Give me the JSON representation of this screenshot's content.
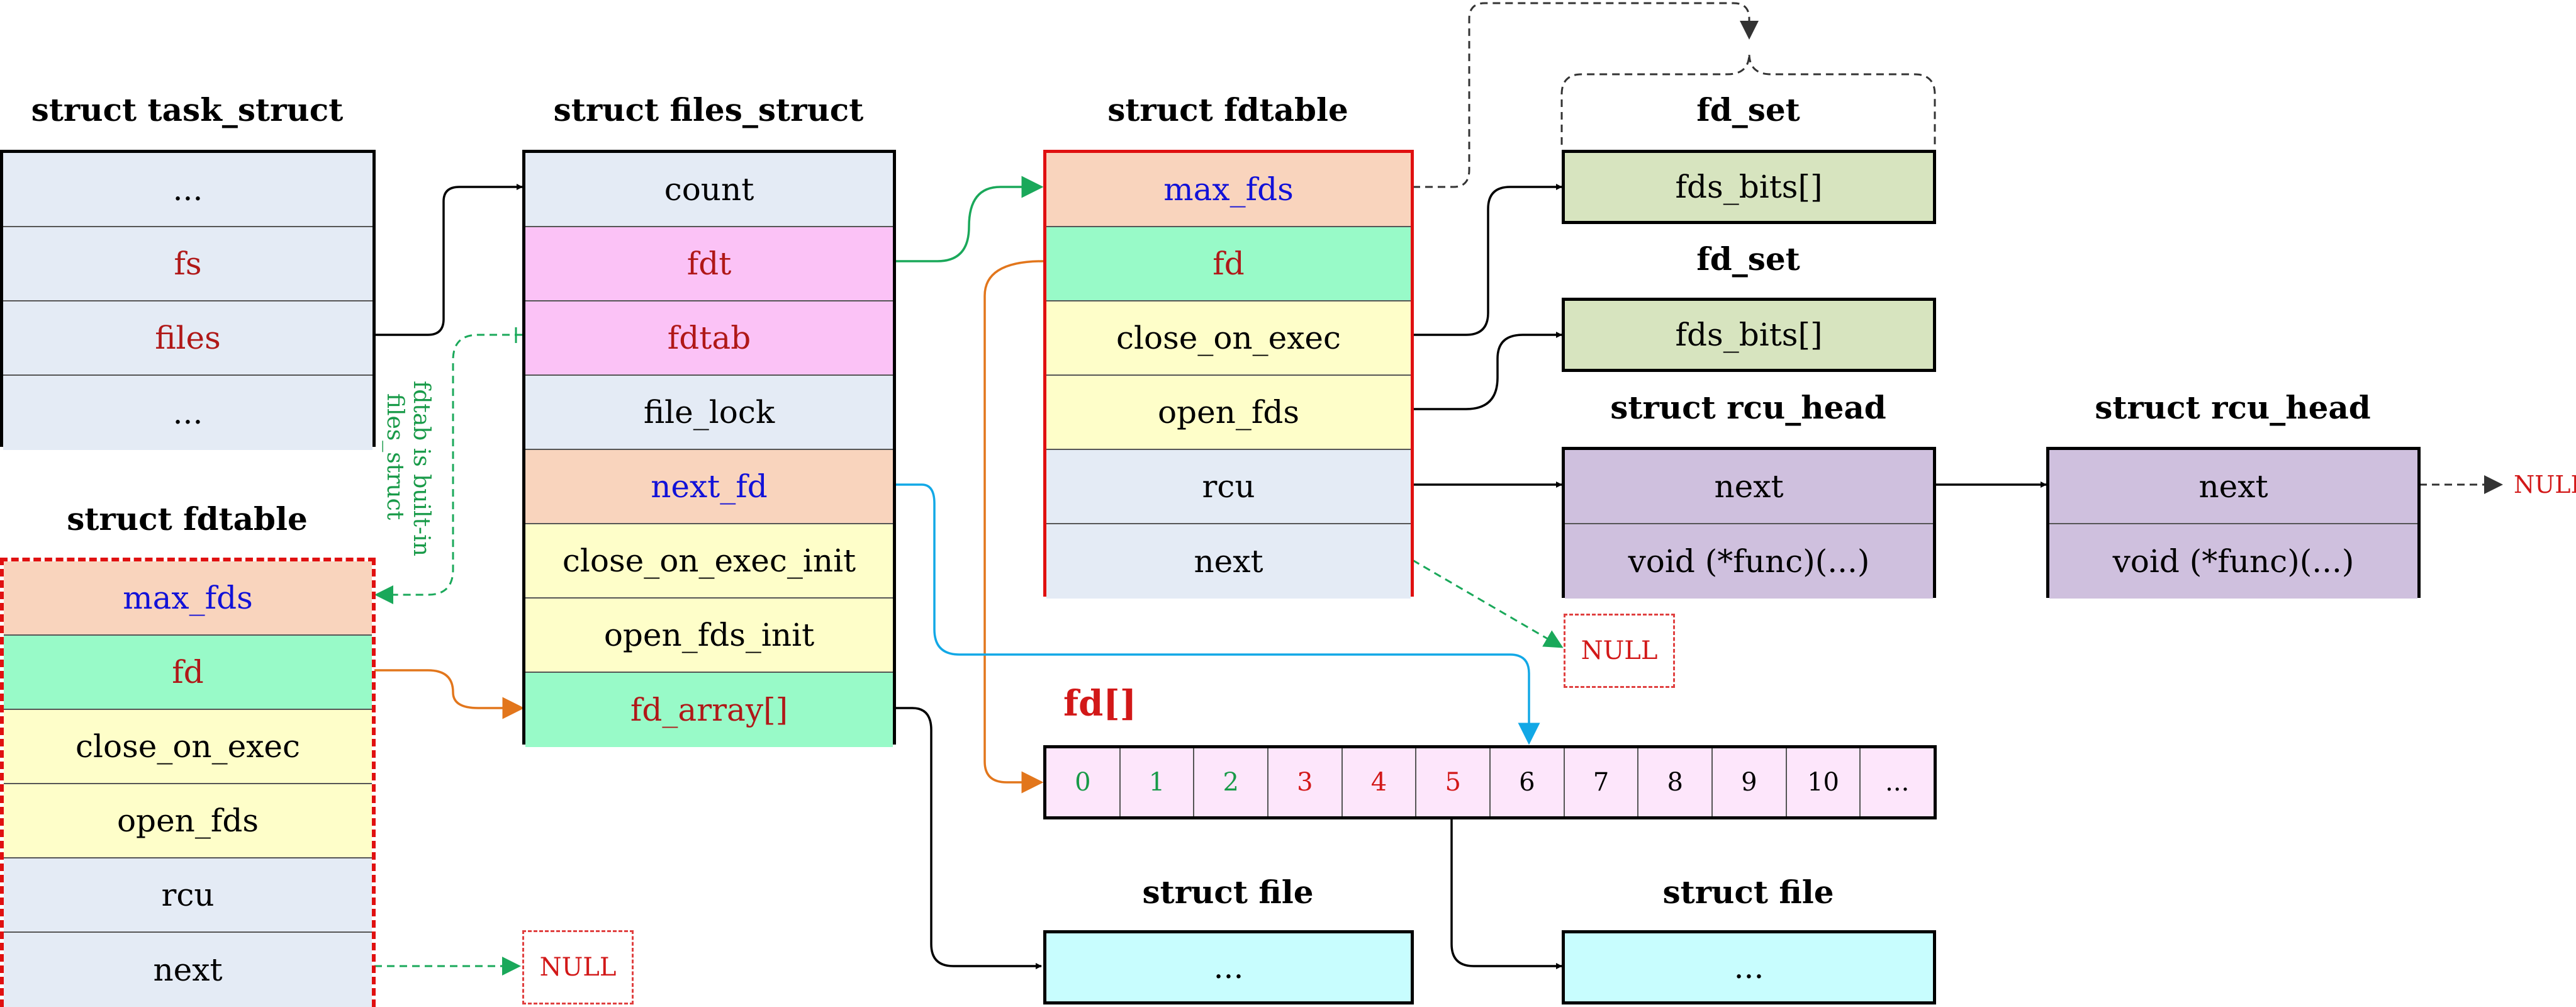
{
  "task_struct": {
    "title": "struct task_struct",
    "fields": [
      "...",
      "fs",
      "files",
      "..."
    ]
  },
  "files_struct": {
    "title": "struct files_struct",
    "fields": [
      "count",
      "fdt",
      "fdtab",
      "file_lock",
      "next_fd",
      "close_on_exec_init",
      "open_fds_init",
      "fd_array[]"
    ]
  },
  "fdtable_main": {
    "title": "struct fdtable",
    "fields": [
      "max_fds",
      "fd",
      "close_on_exec",
      "open_fds",
      "rcu",
      "next"
    ]
  },
  "fdtable_embedded": {
    "title": "struct fdtable",
    "fields": [
      "max_fds",
      "fd",
      "close_on_exec",
      "open_fds",
      "rcu",
      "next"
    ]
  },
  "fd_set_1": {
    "title": "fd_set",
    "field": "fds_bits[]"
  },
  "fd_set_2": {
    "title": "fd_set",
    "field": "fds_bits[]"
  },
  "rcu_head_1": {
    "title": "struct rcu_head",
    "fields": [
      "next",
      "void (*func)(...)"
    ]
  },
  "rcu_head_2": {
    "title": "struct rcu_head",
    "fields": [
      "next",
      "void (*func)(...)"
    ]
  },
  "fd_array": {
    "title": "fd[]",
    "slots": [
      "0",
      "1",
      "2",
      "3",
      "4",
      "5",
      "6",
      "7",
      "8",
      "9",
      "10",
      "..."
    ]
  },
  "file_1": {
    "title": "struct file",
    "field": "..."
  },
  "file_2": {
    "title": "struct file",
    "field": "..."
  },
  "null_labels": {
    "fdtable_next": "NULL",
    "embedded_next": "NULL",
    "rcu_next": "NULL"
  },
  "note": {
    "line1": "fdtab is built-in",
    "line2": "files_struct"
  },
  "colors": {
    "blue_cell": "#e4ebf5",
    "pink_cell": "#fbc2f6",
    "peach_cell": "#f9d4bd",
    "yellow_cell": "#fefec9",
    "mint_cell": "#98fac8",
    "olive_cell": "#d7e4bf",
    "lavender_cell": "#cfc0de",
    "cyan_cell": "#c8fdfe",
    "arrow_green": "#1aa85a",
    "arrow_orange": "#e2761c",
    "arrow_cyan": "#12a8e6",
    "arrow_gray": "#555555"
  }
}
